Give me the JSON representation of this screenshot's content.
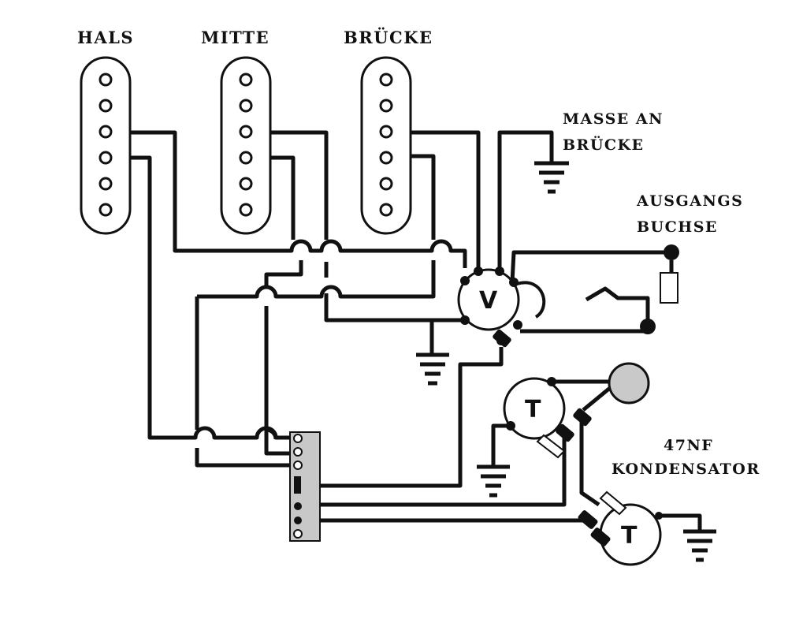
{
  "pickups": {
    "neck_label": "HALS",
    "middle_label": "MITTE",
    "bridge_label": "BRÜCKE"
  },
  "ground": {
    "bridge_label_line1": "MASSE AN",
    "bridge_label_line2": "BRÜCKE"
  },
  "jack": {
    "label_line1": "AUSGANGS",
    "label_line2": "BUCHSE"
  },
  "capacitor": {
    "label_line1": "47NF",
    "label_line2": "KONDENSATOR"
  },
  "pots": {
    "volume_letter": "V",
    "tone1_letter": "T",
    "tone2_letter": "T"
  },
  "colors": {
    "wire": "#111111",
    "switch_plate": "#c8c8c8",
    "capacitor_disc": "#c9c9c9"
  }
}
